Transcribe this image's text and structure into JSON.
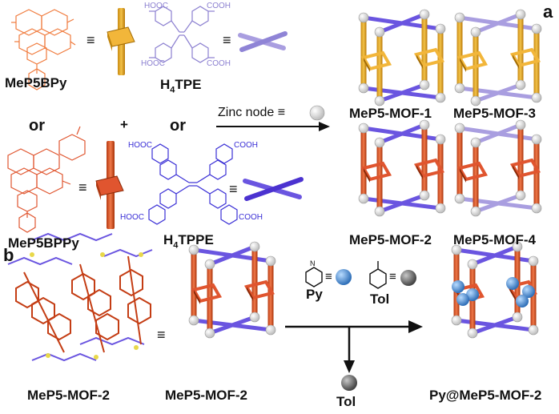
{
  "panels": {
    "a": "a",
    "b": "b"
  },
  "panel_a": {
    "mep5bpy": "MeP5BPy",
    "h4tpe_main": "H",
    "h4tpe_sub": "4",
    "h4tpe_tail": "TPE",
    "or_left": "or",
    "plus": "+",
    "or_mid": "or",
    "mep5bppy": "MeP5BPPy",
    "h4tppe_main": "H",
    "h4tppe_sub": "4",
    "h4tppe_tail": "TPPE",
    "zinc_node": "Zinc node",
    "equiv": "≡",
    "mof1": "MeP5-MOF-1",
    "mof3": "MeP5-MOF-3",
    "mof2": "MeP5-MOF-2",
    "mof4": "MeP5-MOF-4",
    "cooh": "COOH",
    "hooc": "HOOC"
  },
  "panel_b": {
    "crystal_label": "MeP5-MOF-2",
    "model_label": "MeP5-MOF-2",
    "py": "Py",
    "tol": "Tol",
    "tol_out": "Tol",
    "product": "Py@MeP5-MOF-2",
    "n_atom": "N",
    "equiv": "≡"
  },
  "colors": {
    "mep5bpy": "#e8a33a",
    "mep5bppy": "#e0552f",
    "tpe": "#9a8ed8",
    "tppe": "#5b3fd6",
    "orange_struct": "#f07a3c",
    "zinc": "#e6e6e6",
    "py_sphere": "#4f94d8",
    "tol_sphere": "#707070"
  }
}
